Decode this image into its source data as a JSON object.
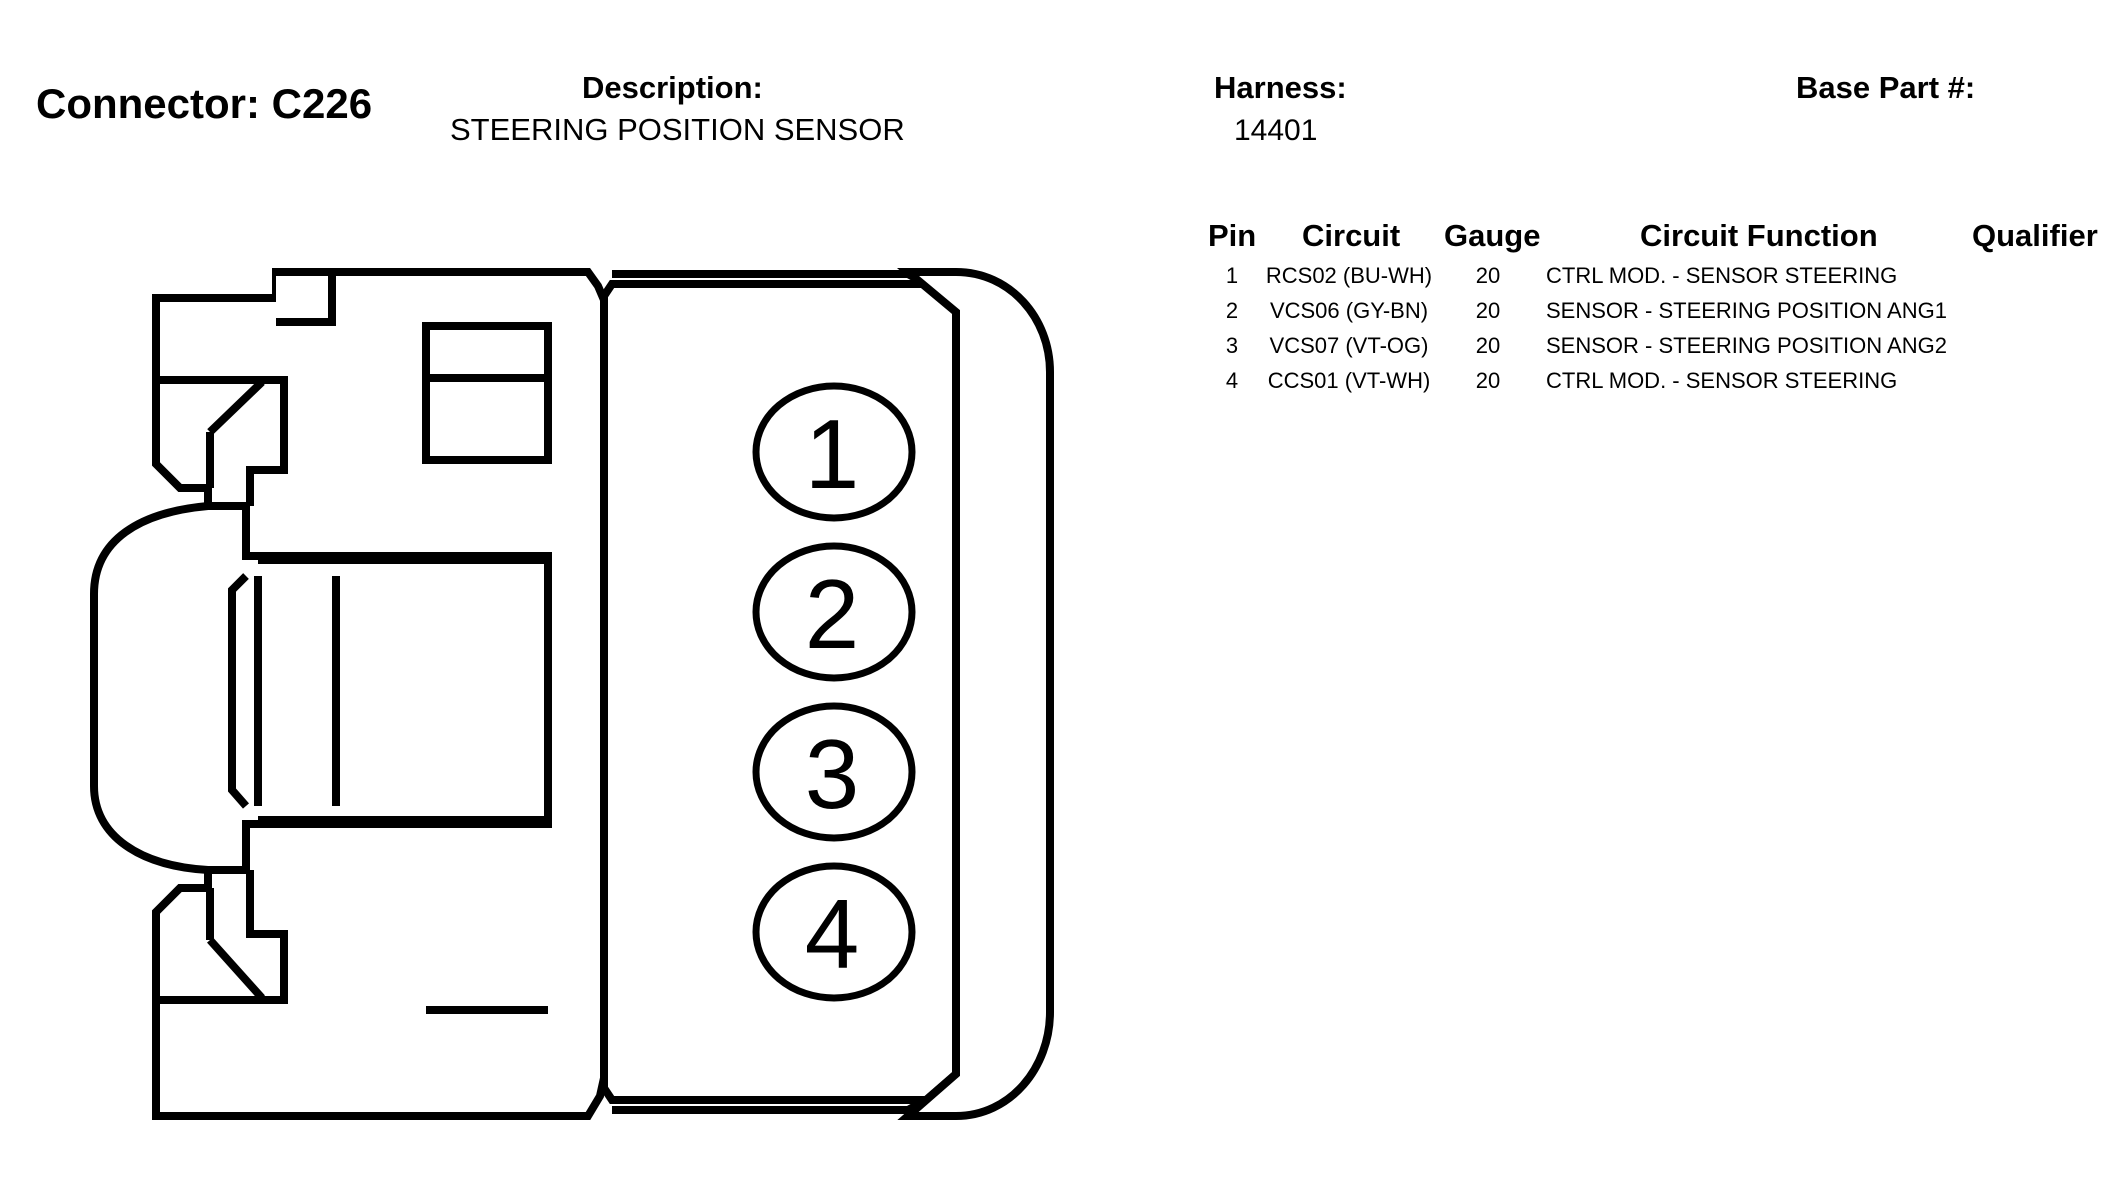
{
  "header": {
    "connector_title": "Connector: C226",
    "description_label": "Description:",
    "description_value": "STEERING POSITION SENSOR",
    "harness_label": "Harness:",
    "harness_value": "14401",
    "base_part_label": "Base Part #:"
  },
  "table": {
    "columns": [
      "Pin",
      "Circuit",
      "Gauge",
      "Circuit Function",
      "Qualifier"
    ],
    "rows": [
      {
        "pin": "1",
        "circuit": "RCS02 (BU-WH)",
        "gauge": "20",
        "function": "CTRL MOD. - SENSOR STEERING",
        "qualifier": ""
      },
      {
        "pin": "2",
        "circuit": "VCS06 (GY-BN)",
        "gauge": "20",
        "function": "SENSOR - STEERING POSITION ANG1",
        "qualifier": ""
      },
      {
        "pin": "3",
        "circuit": "VCS07 (VT-OG)",
        "gauge": "20",
        "function": "SENSOR - STEERING POSITION ANG2",
        "qualifier": ""
      },
      {
        "pin": "4",
        "circuit": "CCS01 (VT-WH)",
        "gauge": "20",
        "function": "CTRL MOD. - SENSOR STEERING",
        "qualifier": ""
      }
    ]
  },
  "diagram": {
    "pin_labels": [
      "1",
      "2",
      "3",
      "4"
    ],
    "line_color": "#000000",
    "fill_color": "#ffffff"
  }
}
